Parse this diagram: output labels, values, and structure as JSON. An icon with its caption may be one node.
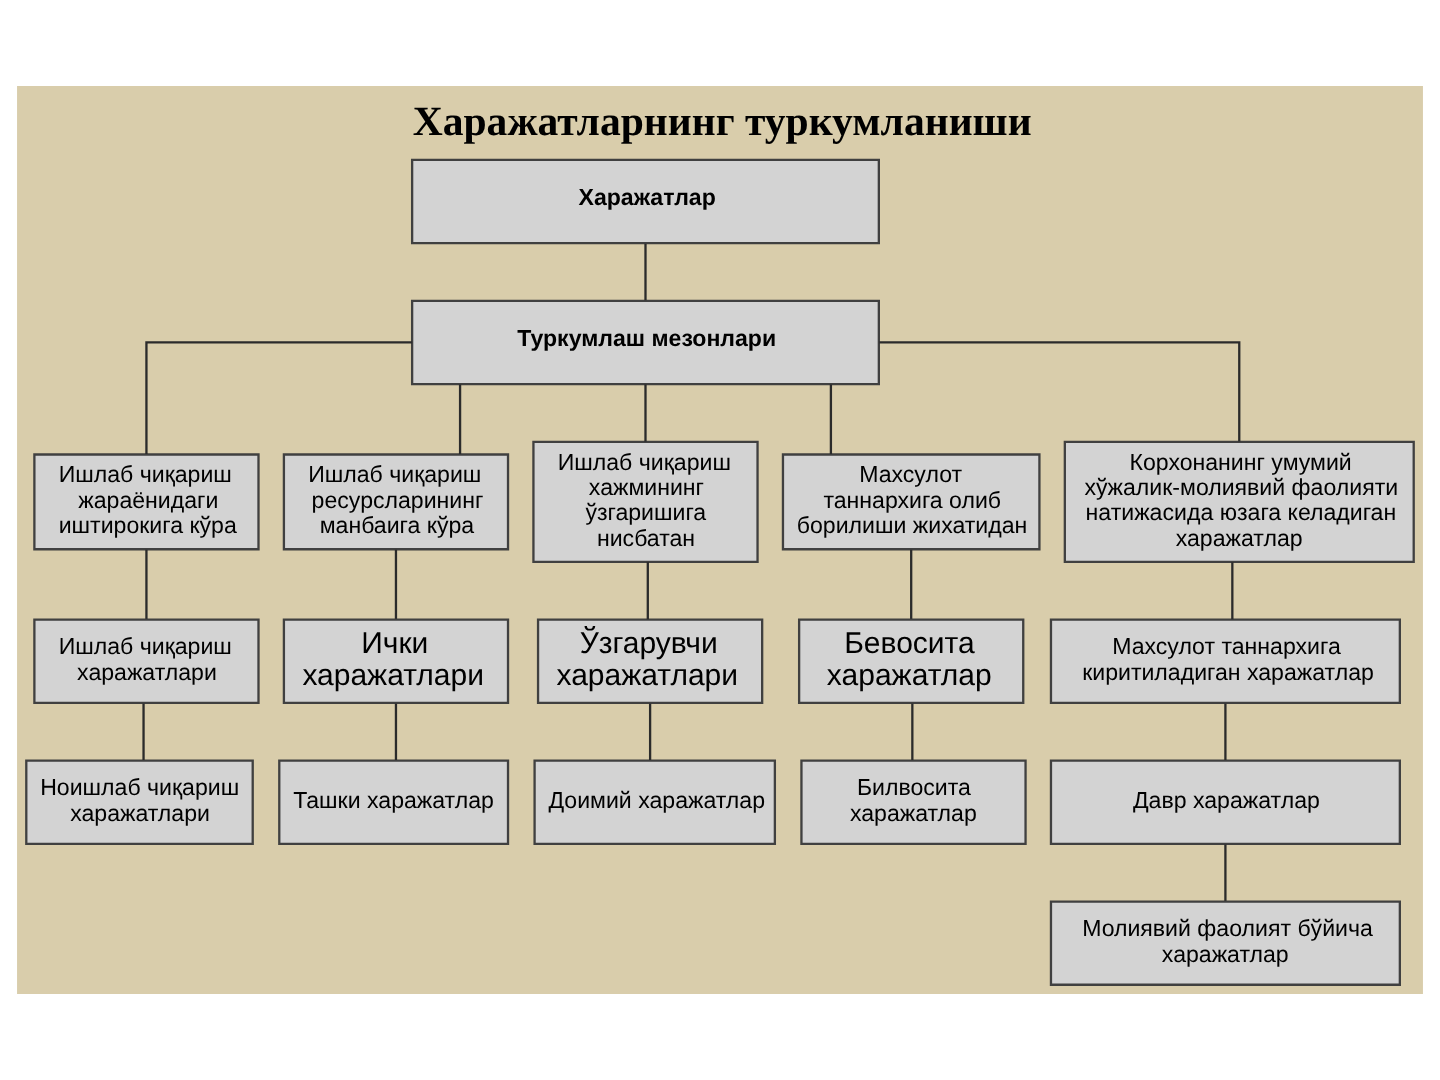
{
  "diagram": {
    "title": "Харажатларнинг туркумланиши",
    "nodes": [
      {
        "text": [
          "Харажатлар"
        ]
      },
      {
        "text": [
          "Туркумлаш мезонлари"
        ]
      },
      {
        "text": [
          "Ишлаб чиқариш жараёнидаги иштирокига кўра"
        ]
      },
      {
        "text": [
          "Ишлаб чиқариш ресурсларининг манбаига кўра"
        ]
      },
      {
        "text": [
          "Ишлаб чиқариш хажмининг ўзгаришига нисбатан"
        ]
      },
      {
        "text": [
          "Махсулот таннархига олиб борилиши жихатидан"
        ]
      },
      {
        "text": [
          "Корхонанинг умумий хўжалик-молиявий фаолияти натижасида юзага келадиган харажатлар"
        ]
      },
      {
        "text": [
          "Ишлаб чиқариш харажатлари"
        ]
      },
      {
        "text": [
          "Ички харажатлари"
        ]
      },
      {
        "text": [
          "Ўзгарувчи харажатлари"
        ]
      },
      {
        "text": [
          "Бевосита харажатлар"
        ]
      },
      {
        "text": [
          "Махсулот таннархига киритиладиган харажатлар"
        ]
      },
      {
        "text": [
          "Ноишлаб чиқариш харажатлари"
        ]
      },
      {
        "text": [
          "Ташки харажатлар"
        ]
      },
      {
        "text": [
          "Доимий харажатлар"
        ]
      },
      {
        "text": [
          "Билвосита харажатлар"
        ]
      },
      {
        "text": [
          "Давр харажатлар"
        ]
      },
      {
        "text": [
          "Молиявий фаолият бўйича харажатлар"
        ]
      }
    ],
    "edges": [
      {
        "from": 0,
        "to": 1,
        "arrow": "none"
      },
      {
        "from": 1,
        "to": 2,
        "arrow": "none"
      },
      {
        "from": 1,
        "to": 3,
        "arrow": "none"
      },
      {
        "from": 1,
        "to": 4,
        "arrow": "none"
      },
      {
        "from": 1,
        "to": 5,
        "arrow": "none"
      },
      {
        "from": 1,
        "to": 6,
        "arrow": "none"
      },
      {
        "from": 2,
        "to": 7,
        "arrow": "none"
      },
      {
        "from": 3,
        "to": 8,
        "arrow": "none"
      },
      {
        "from": 4,
        "to": 9,
        "arrow": "none"
      },
      {
        "from": 5,
        "to": 10,
        "arrow": "none"
      },
      {
        "from": 6,
        "to": 11,
        "arrow": "none"
      },
      {
        "from": 7,
        "to": 12,
        "arrow": "none"
      },
      {
        "from": 8,
        "to": 13,
        "arrow": "none"
      },
      {
        "from": 9,
        "to": 14,
        "arrow": "none"
      },
      {
        "from": 10,
        "to": 15,
        "arrow": "none"
      },
      {
        "from": 11,
        "to": 16,
        "arrow": "none"
      },
      {
        "from": 16,
        "to": 17,
        "arrow": "none"
      }
    ]
  }
}
